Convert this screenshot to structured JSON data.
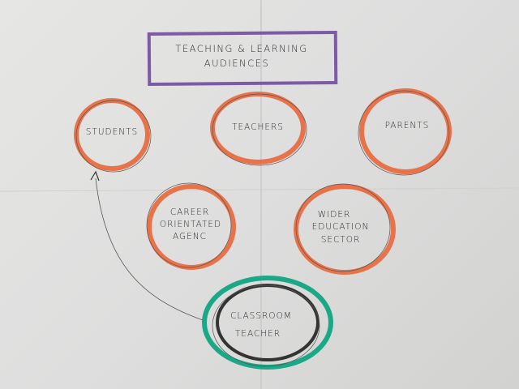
{
  "title": {
    "line1": "TEACHING & LEARNING",
    "line2": "AUDIENCES"
  },
  "nodes": [
    {
      "id": "students",
      "lines": [
        "STUDENTS"
      ],
      "color": "#e8734a"
    },
    {
      "id": "teachers",
      "lines": [
        "TEACHERS"
      ],
      "color": "#e8734a"
    },
    {
      "id": "parents",
      "lines": [
        "PARENTS"
      ],
      "color": "#e8734a"
    },
    {
      "id": "career",
      "lines": [
        "CAREER",
        "ORIENTATED",
        "AGENC"
      ],
      "color": "#e8734a"
    },
    {
      "id": "wider",
      "lines": [
        "WIDER",
        "EDUCATION",
        "SECTOR"
      ],
      "color": "#e8734a"
    },
    {
      "id": "classroom",
      "lines": [
        "CLASSROOM",
        "TEACHER"
      ],
      "color": "#1aa886"
    }
  ],
  "colors": {
    "title_border": "#7b5aa6",
    "highlight": "#1aa886",
    "orange": "#e8734a"
  }
}
